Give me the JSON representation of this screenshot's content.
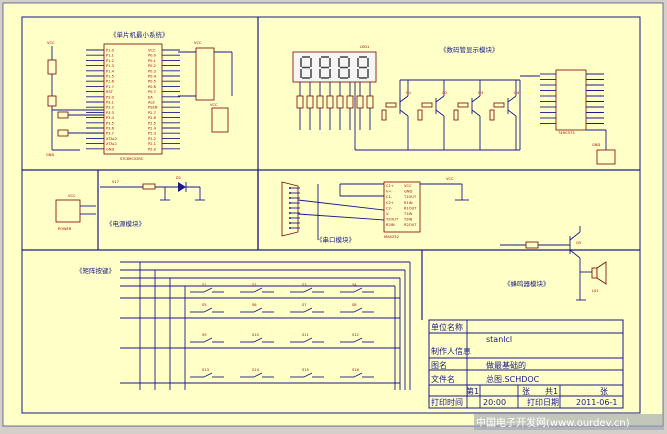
{
  "blocks": {
    "mcu": "《单片机最小系统》",
    "seg": "《数码管显示模块》",
    "power": "《电源模块》",
    "serial": "《串口模块》",
    "keys": "《矩阵按键》",
    "buzzer": "《蜂鸣器模块》"
  },
  "parts": {
    "vcc": "VCC",
    "gnd": "GND",
    "mcu_part": "STC89C52RC",
    "seg_part": "LED1",
    "serial_part": "MAX232",
    "power_part": "POWER",
    "socket": "74HC573",
    "mcu_pins_left": [
      "P1.0",
      "P1.1",
      "P1.2",
      "P1.3",
      "P1.4",
      "P1.5",
      "P1.6",
      "P1.7",
      "RST",
      "P3.0",
      "P3.1",
      "P3.2",
      "P3.3",
      "P3.4",
      "P3.5",
      "P3.6",
      "P3.7",
      "XTAL2",
      "XTAL1",
      "GND"
    ],
    "mcu_pins_right": [
      "VCC",
      "P0.0",
      "P0.1",
      "P0.2",
      "P0.3",
      "P0.4",
      "P0.5",
      "P0.6",
      "P0.7",
      "EA",
      "ALE",
      "PSEN",
      "P2.7",
      "P2.6",
      "P2.5",
      "P2.4",
      "P2.3",
      "P2.2",
      "P2.1",
      "P2.0"
    ],
    "max_pins_left": [
      "C1+",
      "V+",
      "C1-",
      "C2+",
      "C2-",
      "V-",
      "T2OUT",
      "R2IN"
    ],
    "max_pins_right": [
      "VCC",
      "GND",
      "T1OUT",
      "R1IN",
      "R1OUT",
      "T1IN",
      "T2IN",
      "R2OUT"
    ],
    "key_labels": [
      "S1",
      "S2",
      "S3",
      "S4",
      "S5",
      "S6",
      "S7",
      "S8",
      "S9",
      "S10",
      "S11",
      "S12",
      "S13",
      "S14",
      "S15",
      "S16"
    ],
    "transistors": [
      "Q1",
      "Q2",
      "Q3",
      "Q4"
    ],
    "buzzer_q": "Q5",
    "buzzer_ls": "LS1",
    "led_part": "D1",
    "switch_part": "S17"
  },
  "title_block": {
    "unit_label": "单位名称",
    "unit_value": "stanlcl",
    "maker_label": "制作人信息",
    "drawing_label": "图名",
    "drawing_value": "做最基础的",
    "file_label": "文件名",
    "file_value": "总图.SCHDOC",
    "sheet_label": "第1",
    "sheet_mid": "张",
    "sheet_total": "共1",
    "sheet_end": "张",
    "time_label": "打印时间",
    "time_value": "20:00",
    "date_label": "打印日期",
    "date_value": "2011-06-1"
  },
  "watermark": "中国电子开发网(www.ourdev.cn)",
  "colors": {
    "wire": "#1a1a8c",
    "paper": "#ffffc8",
    "part": "#7a0000",
    "canvas": "#d4d0c8"
  }
}
